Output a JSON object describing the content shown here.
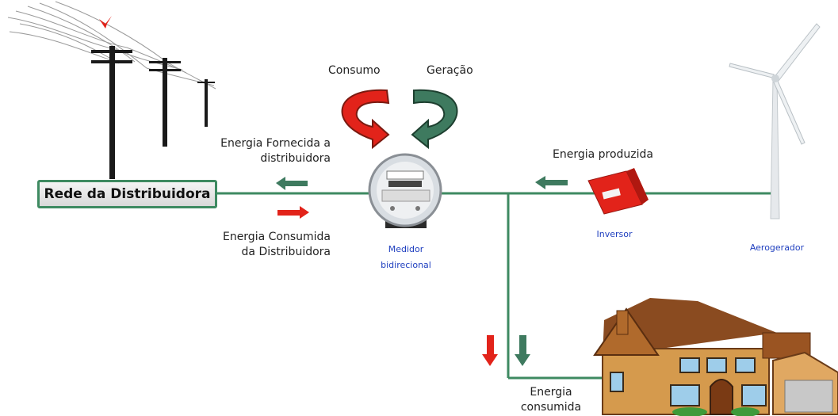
{
  "labels": {
    "rede": "Rede da Distribuidora",
    "consumo": "Consumo",
    "geracao": "Geração",
    "energia_fornecida_1": "Energia  Fornecida a",
    "energia_fornecida_2": "distribuidora",
    "energia_consumida_dist_1": "Energia  Consumida",
    "energia_consumida_dist_2": "da Distribuidora",
    "medidor_1": "Medidor",
    "medidor_2": "bidirecional",
    "energia_produzida": "Energia  produzida",
    "inversor": "Inversor",
    "aerogerador": "Aerogerador",
    "energia_consumida_1": "Energia",
    "energia_consumida_2": "consumida"
  },
  "colors": {
    "line": "#3e8a61",
    "arrow_green": "#3e7a5f",
    "arrow_red": "#e2231a",
    "label_blue": "#1f3fbf"
  },
  "icons": [
    "power-lines-icon",
    "bird-icon",
    "electric-meter-icon",
    "inverter-icon",
    "wind-turbine-icon",
    "house-icon"
  ]
}
